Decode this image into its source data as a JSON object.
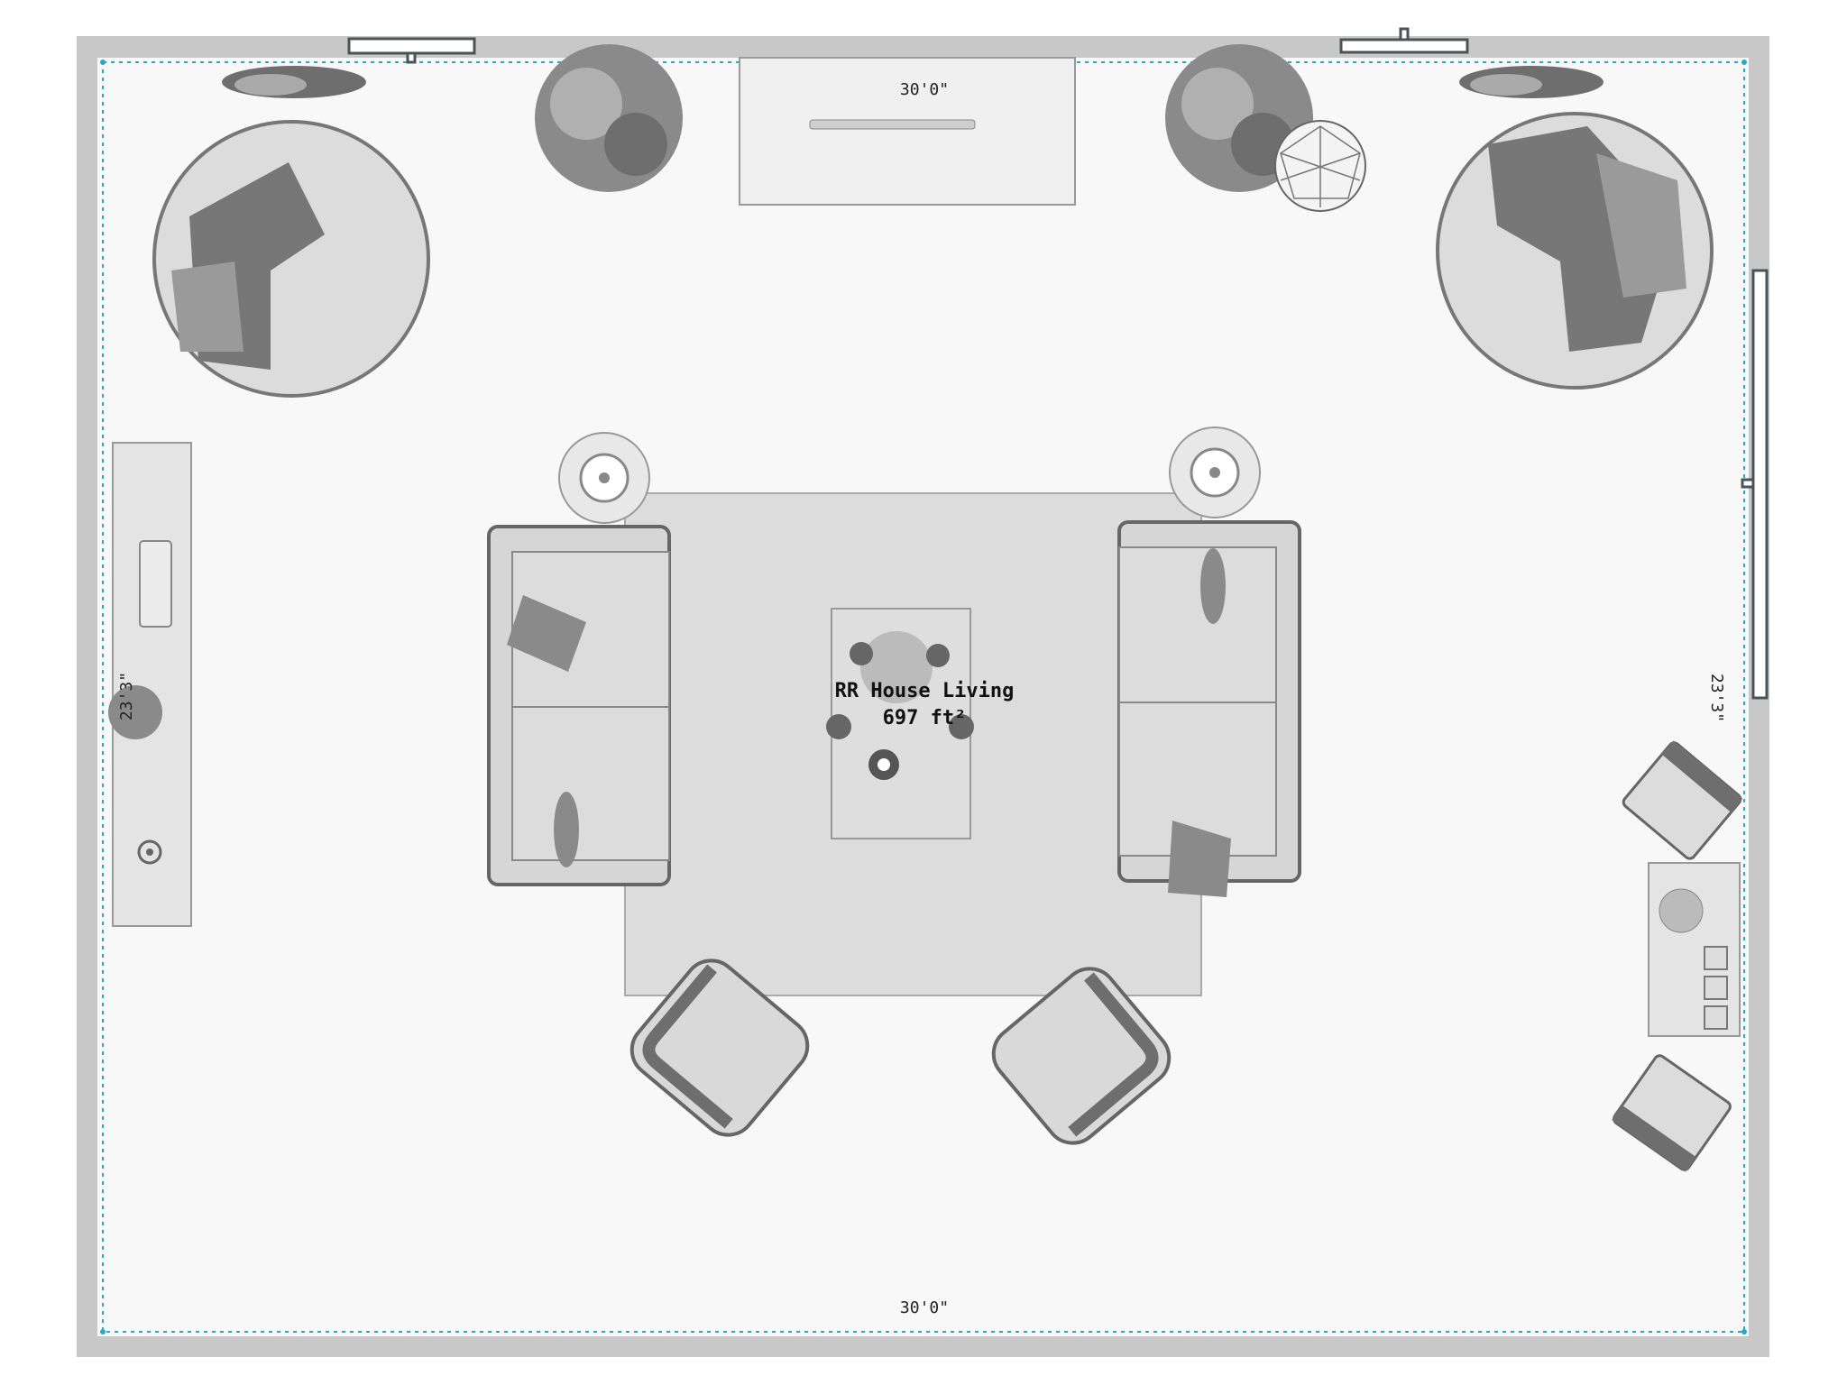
{
  "floorplan": {
    "room_name": "RR House Living",
    "room_area": "697 ft²",
    "dimensions": {
      "top": "30'0\"",
      "bottom": "30'0\"",
      "left": "23'3\"",
      "right": "23'3\""
    },
    "colors": {
      "wall": "#c8c8c8",
      "floor": "#f8f8f8",
      "guide": "#2aa8c0",
      "furniture": "#d9d9d9",
      "furniture_dark": "#6e6e6e"
    }
  }
}
